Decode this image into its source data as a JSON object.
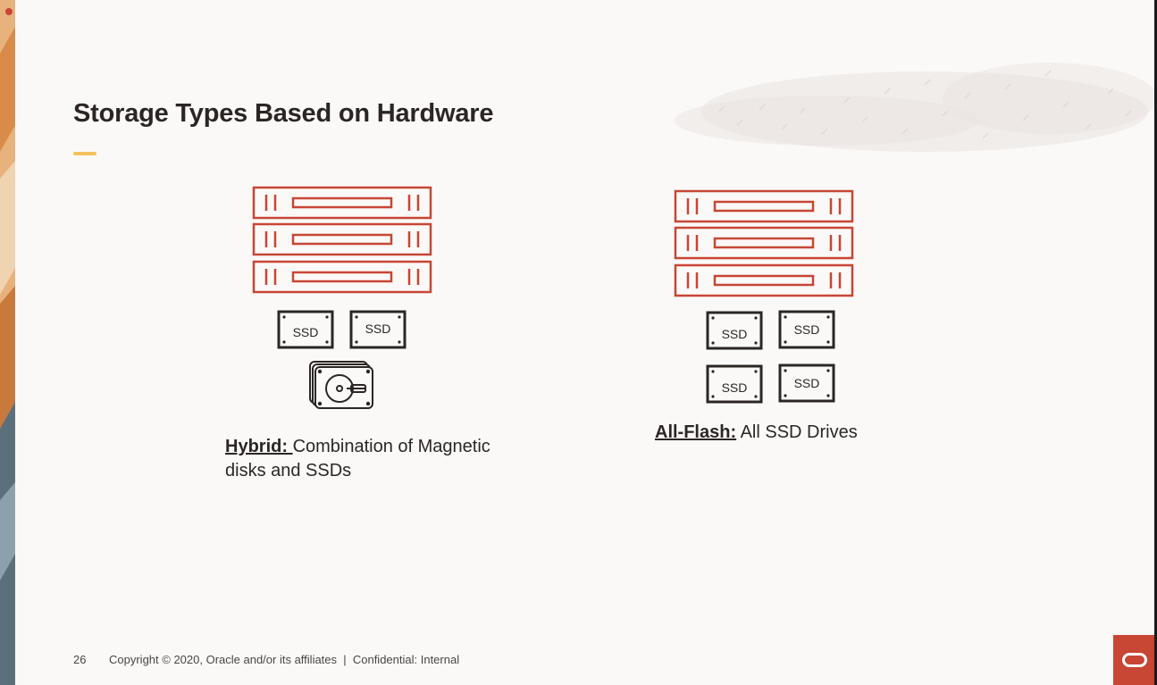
{
  "slide": {
    "title": "Storage Types Based on Hardware",
    "hybrid": {
      "label": "Hybrid: ",
      "description_line1": "Combination of Magnetic",
      "description_line2": "disks and SSDs"
    },
    "allflash": {
      "label": "All-Flash:",
      "description": " All SSD Drives"
    },
    "ssd_label": "SSD"
  },
  "footer": {
    "page_number": "26",
    "copyright": "Copyright © 2020, Oracle and/or its affiliates  |  Confidential: Internal"
  },
  "colors": {
    "accent": "#c74634",
    "title_bar": "#f5c15a",
    "background": "#fbf9f8",
    "text": "#2b2623"
  },
  "icons": [
    "server-rack-icon",
    "ssd-icon",
    "hard-disk-icon",
    "oracle-logo-icon"
  ]
}
